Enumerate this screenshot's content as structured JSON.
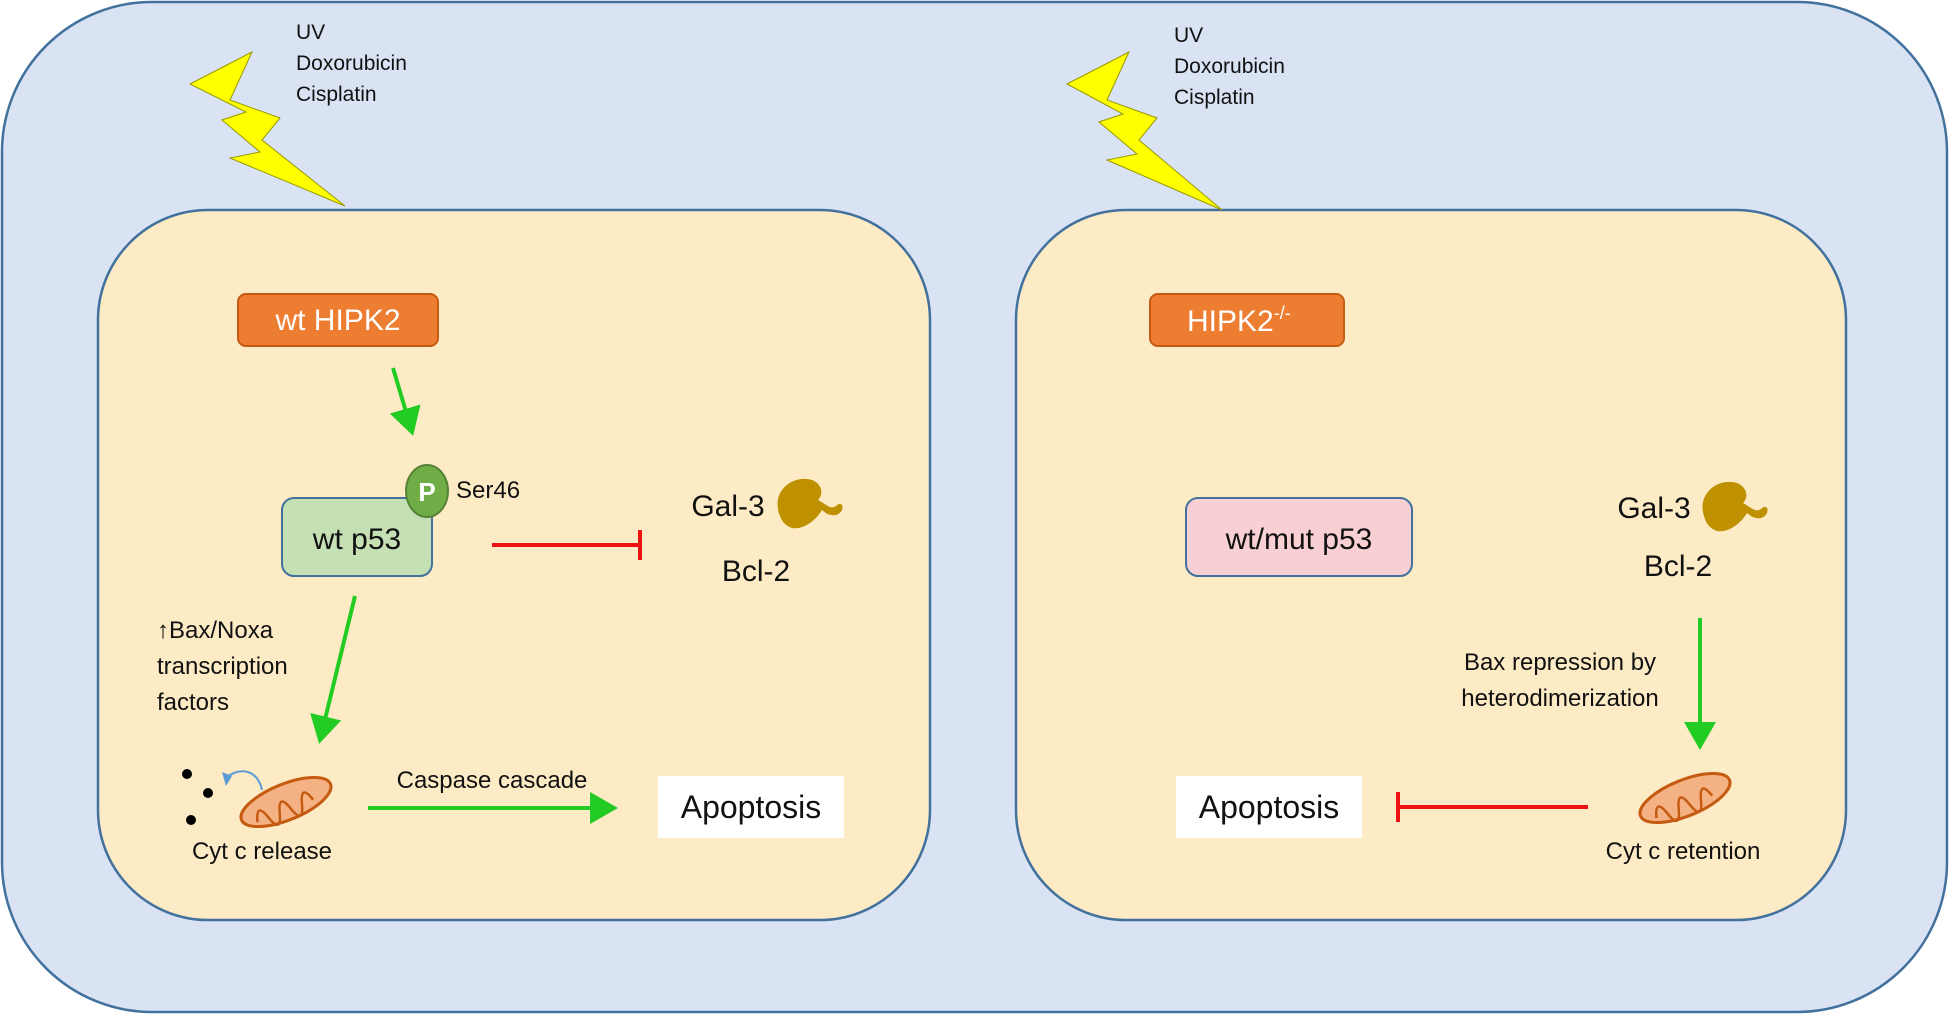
{
  "colors": {
    "outer_bg": "#dae3f3",
    "outer_border": "#41719c",
    "cell_bg": "#fdebc6",
    "cell_border": "#41719c",
    "hipk2_box": "#ed7d31",
    "wt_p53_box": "#c5e0b4",
    "wt_mut_p53_box": "#f8cfd2",
    "phospho": "#70ad47",
    "green_arrow": "#22cc22",
    "red_inhibit": "#ee1111",
    "lightning": "#ffff00",
    "galectin": "#bf9000",
    "mitochondria": "#ed7d31"
  },
  "left_cell": {
    "stimuli": [
      "UV",
      "Doxorubicin",
      "Cisplatin"
    ],
    "hipk2_label": "wt HIPK2",
    "p53_label": "wt p53",
    "phospho_label": "P",
    "phospho_site": "Ser46",
    "gal3_label": "Gal-3",
    "bcl2_label": "Bcl-2",
    "transcription_lines": [
      "↑Bax/Noxa",
      "transcription",
      "factors"
    ],
    "cytc_label": "Cyt c release",
    "caspase_label": "Caspase cascade",
    "apoptosis_label": "Apoptosis"
  },
  "right_cell": {
    "stimuli": [
      "UV",
      "Doxorubicin",
      "Cisplatin"
    ],
    "hipk2_label": "HIPK2",
    "hipk2_superscript": "-/-",
    "p53_label": "wt/mut p53",
    "gal3_label": "Gal-3",
    "bcl2_label": "Bcl-2",
    "bax_lines": [
      "Bax repression by",
      "heterodimerization"
    ],
    "cytc_label": "Cyt c retention",
    "apoptosis_label": "Apoptosis"
  }
}
